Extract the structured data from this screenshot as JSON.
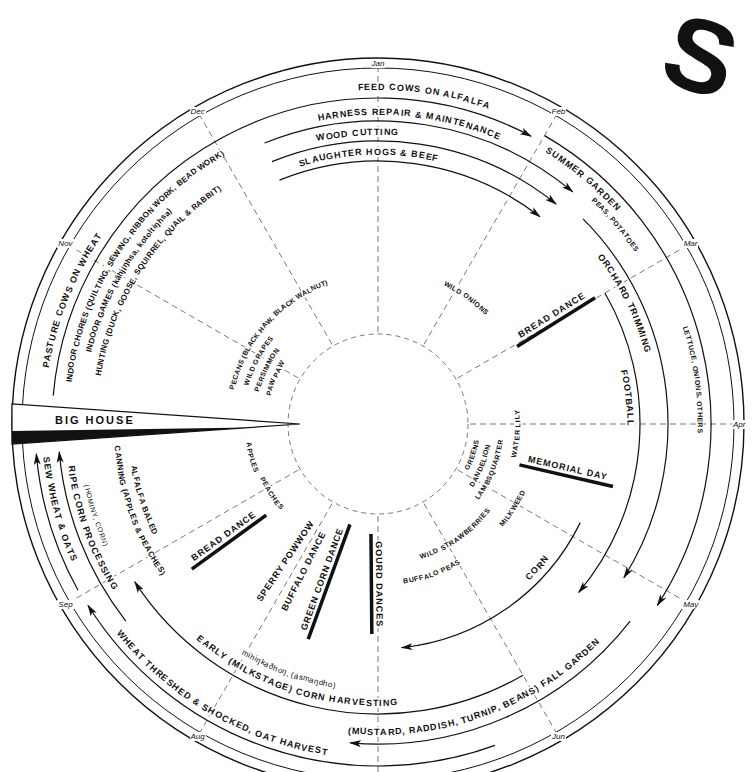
{
  "diagram": {
    "labels": [
      "S",
      "Jan",
      "Feb",
      "Mar",
      "Apr",
      "May",
      "Jun",
      "Aug",
      "Sep",
      "Nov",
      "Dec",
      "FEED COWS ON ALFALFA",
      "HARNESS REPAIR & MAINTENANCE",
      "WOOD CUTTING",
      "SLAUGHTER HOGS & BEEF",
      "SUMMER GARDEN",
      "PEAS, POTATOES",
      "LETTUCE, ONIONS, OTHERS",
      "ORCHARD TRIMMING",
      "FOOTBALL",
      "CORN",
      "MEMORIAL DAY",
      "BREAD DANCE",
      "WILD ONIONS",
      "GREENS",
      "DANDELION",
      "WATER LILY",
      "LAMBSQUARTER",
      "MILKWEED",
      "WILD STRAWBERRIES",
      "BUFFALO PEAS",
      "GOURD DANCES",
      "(MUSTARD, RADDISH, TURNIP, BEANS) FALL GARDEN",
      "EARLY (MILKSTAGE) CORN HARVESTING",
      "míhiŋkaðhoŋ, (ásmaŋdho)",
      "WHEAT THRESHED & SHOCKED, OAT HARVEST",
      "GREEN CORN DANCE",
      "BUFFALO DANCE",
      "SPERRY POWWOW",
      "PEACHES",
      "BREAD DANCE",
      "ALFALFA BALED",
      "CANNING (APPLES & PEACHES)",
      "RIPE CORN PROCESSING",
      "(HOMINY, CORN)",
      "SEW WHEAT & OATS",
      "APPLES",
      "BIG HOUSE",
      "PASTURE COWS ON WHEAT",
      "INDOOR CHORES (QUILTING, SEWING, RIBBON WORK, BEAD WORK)",
      "INDOOR GAMES (kâhjíŋhsa, kotoltíŋhsa)",
      "HUNTING (DUCK, GOOSE, SQUIRREL, QUAIL & RABBIT)",
      "PECANS (BLACK HAW, BLACK WALNUT)",
      "WILD GRAPES",
      "PERSIMMON",
      "PAW PAW"
    ]
  }
}
